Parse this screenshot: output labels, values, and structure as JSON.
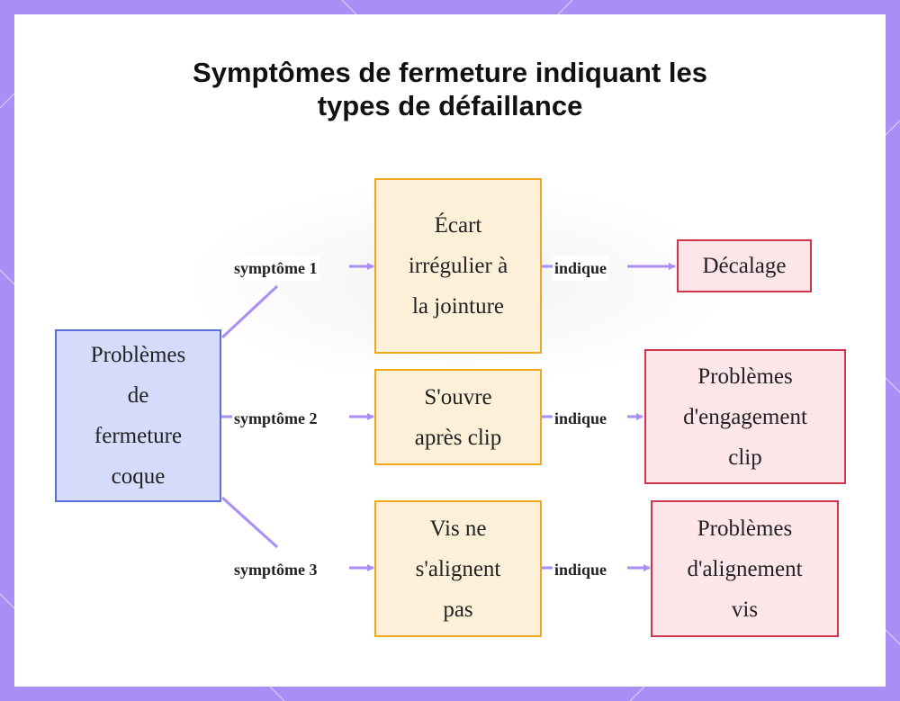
{
  "title_lines": [
    "Symptômes de fermeture indiquant les",
    "types de défaillance"
  ],
  "colors": {
    "frame": "#a98ef5",
    "edge": "#a98ef5",
    "root_fill": "#d5dcfb",
    "root_border": "#5b6fd9",
    "symptom_fill": "#fdf0d9",
    "symptom_border": "#f0a81f",
    "failure_fill": "#fde6ea",
    "failure_border": "#d0354d"
  },
  "nodes": {
    "root": "Problèmes\nde\nfermeture\ncoque",
    "s1": "Écart\nirrégulier à\nla jointure",
    "s2": "S'ouvre\naprès clip",
    "s3": "Vis ne\ns'alignent\npas",
    "f1": "Décalage",
    "f2": "Problèmes\nd'engagement\nclip",
    "f3": "Problèmes\nd'alignement\nvis"
  },
  "edges": {
    "e1": "symptôme 1",
    "e2": "symptôme 2",
    "e3": "symptôme 3",
    "i1": "indique",
    "i2": "indique",
    "i3": "indique"
  }
}
